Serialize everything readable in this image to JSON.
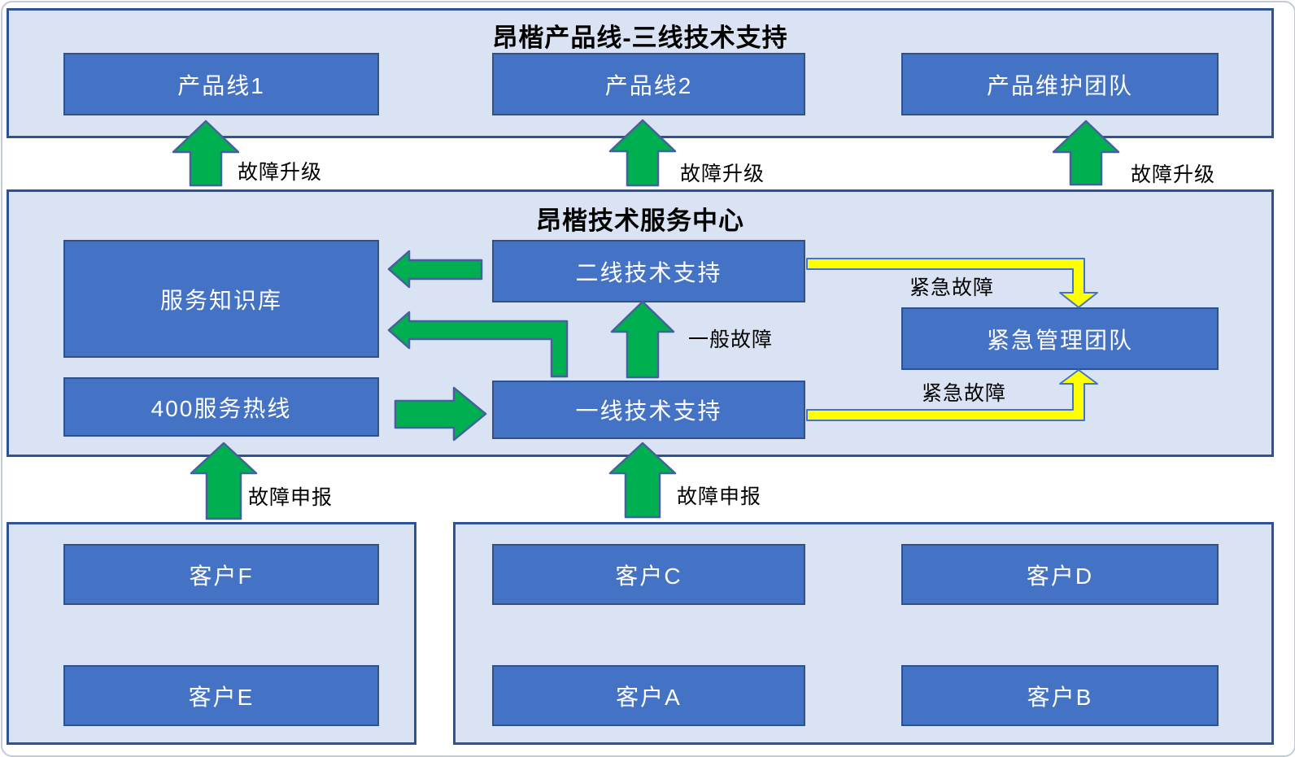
{
  "colors": {
    "container_fill": "#dae3f3",
    "container_border": "#2e5395",
    "box_fill": "#4472c4",
    "box_border": "#2f528f",
    "box_text": "#ffffff",
    "green_arrow": "#00b050",
    "green_arrow_border": "#44619d",
    "yellow_arrow": "#ffff00",
    "yellow_arrow_border": "#4472c4",
    "label_text": "#000000",
    "page_bg": "#ffffff"
  },
  "sections": {
    "product_lines": {
      "title": "昂楷产品线-三线技术支持",
      "boxes": [
        {
          "label": "产品线1"
        },
        {
          "label": "产品线2"
        },
        {
          "label": "产品维护团队"
        }
      ]
    },
    "service_center": {
      "title": "昂楷技术服务中心",
      "boxes": [
        {
          "label": "服务知识库"
        },
        {
          "label": "二线技术支持"
        },
        {
          "label": "紧急管理团队"
        },
        {
          "label": "400服务热线"
        },
        {
          "label": "一线技术支持"
        }
      ]
    },
    "customers_left": {
      "boxes": [
        {
          "label": "客户F"
        },
        {
          "label": "客户E"
        }
      ]
    },
    "customers_right": {
      "boxes": [
        {
          "label": "客户C"
        },
        {
          "label": "客户D"
        },
        {
          "label": "客户A"
        },
        {
          "label": "客户B"
        }
      ]
    }
  },
  "arrow_labels": {
    "escalation_1": "故障升级",
    "escalation_2": "故障升级",
    "escalation_3": "故障升级",
    "report_1": "故障申报",
    "report_2": "故障申报",
    "general_fault": "一般故障",
    "urgent_fault_top": "紧急故障",
    "urgent_fault_bottom": "紧急故障"
  }
}
